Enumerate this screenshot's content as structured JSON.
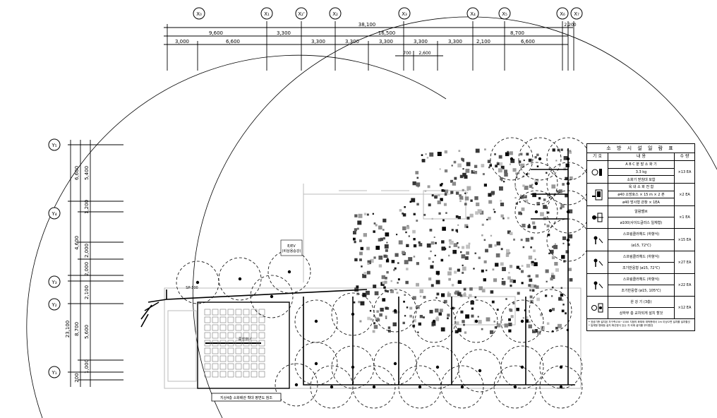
{
  "grid": {
    "x_labels": [
      "X₀",
      "X₁",
      "X₂'",
      "X₂",
      "X₃",
      "X₄",
      "X₅",
      "X₆",
      "X₇"
    ],
    "y_labels": [
      "Y₅",
      "Y₄",
      "Y₃",
      "Y₂",
      "Y₁"
    ],
    "dim_total": "38,100",
    "dim_row2": [
      "9,600",
      "3,300",
      "16,500",
      "8,700"
    ],
    "dim_row3": [
      "3,000",
      "6,600",
      "3,300",
      "3,300",
      "3,300",
      "3,300",
      "3,300",
      "2,100",
      "6,600"
    ],
    "dim_row4": [
      "700",
      "2,600"
    ],
    "dim_small_top": "2,200",
    "dim_left_total": "23,100",
    "dim_left_a": [
      "6,600",
      "4,600",
      "2,100",
      "8,700"
    ],
    "dim_left_b": [
      "5,400",
      "1,200",
      "2,000",
      "2,000",
      "5,600",
      "1,000",
      "200"
    ]
  },
  "plan": {
    "ref_note": "지상4층 소화배관 확대 평면도 참조",
    "elev_label": "E/EV",
    "elev_sub": "(비상용승강)",
    "pipe_label": "SP-100",
    "center_label": "중앙코너"
  },
  "legend": {
    "title": "소 방 시 설 일 람 표",
    "headers": [
      "기 호",
      "내 용",
      "수 량"
    ],
    "rows": [
      {
        "line1": "A B C 분 말 소 화 기",
        "line2": "3.3 kg",
        "line3": "소화기 받침대 포함",
        "qty": "13 EA"
      },
      {
        "line1": "옥 내 소 화 전 함",
        "line2": "ø40 소방호스 × 15 m × 2 본",
        "line3": "ø40 방사형 관창 × 1EA",
        "qty": "2 EA"
      },
      {
        "line1": "알람밸브",
        "line2": "ø100(사이드글라스 일체형)",
        "qty": "1 EA"
      },
      {
        "line1": "스프링클러헤드 (하향식)",
        "line2": "(ø15, 72℃)",
        "qty": "15 EA"
      },
      {
        "line1": "스프링클러헤드 (하향식)",
        "line2": "조기반응형 (ø15, 72℃)",
        "qty": "27 EA"
      },
      {
        "line1": "스프링클러헤드 (하향식)",
        "line2": "조기반응형 (ø15, 105℃)",
        "qty": "22 EA"
      },
      {
        "line1": "완 강 기 (3층)",
        "line2": "상하부 층 교차되게 설치 할것",
        "qty": "12 EA"
      }
    ],
    "note1": "* 표공기층 설치된 자구측150~1000 지점의 화재와 재박층에서 1m 이상으면 설치를 설치할것",
    "note2": "* 일체형 명패등 설치 확신형식 있는 자 외에 설치를 부치함것"
  }
}
